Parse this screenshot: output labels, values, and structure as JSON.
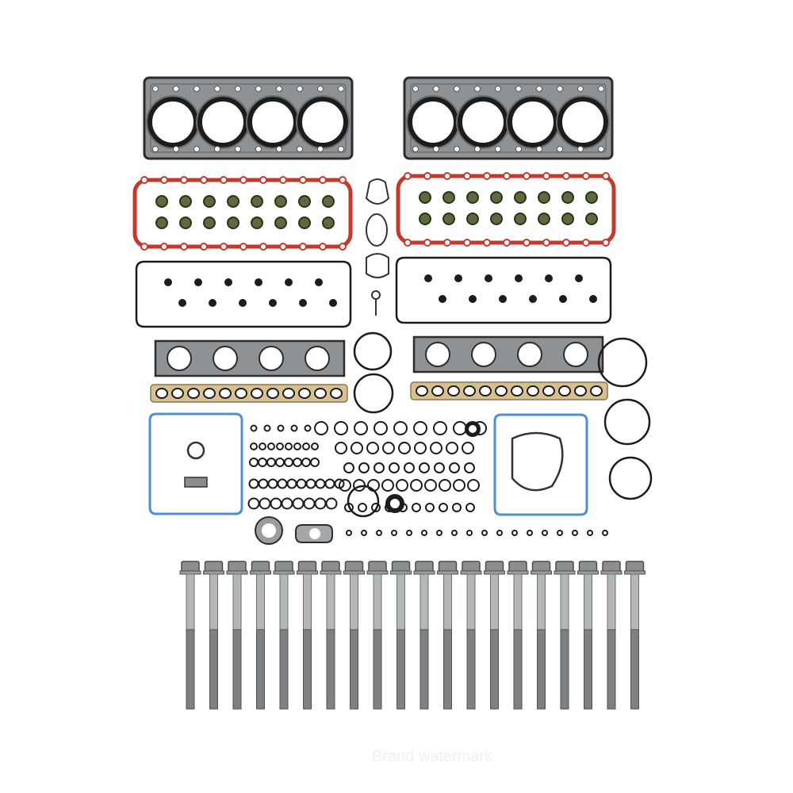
{
  "photo": {
    "subject": "",
    "background_color": "#ffffff"
  },
  "colors": {
    "steel_gasket": "#8e9294",
    "steel_dark": "#2a2c2e",
    "rubber_red": "#c23a2c",
    "rubber_black": "#1c1c1c",
    "seal_green": "#5d6a3e",
    "cork_tan": "#d7bf92",
    "blue_gasket": "#4e8fd0",
    "bolt_silver": "#b4b7b8"
  },
  "counts": {
    "head_bolts": 20,
    "cylinders_per_head": 4
  },
  "watermark": "Brand watermark"
}
